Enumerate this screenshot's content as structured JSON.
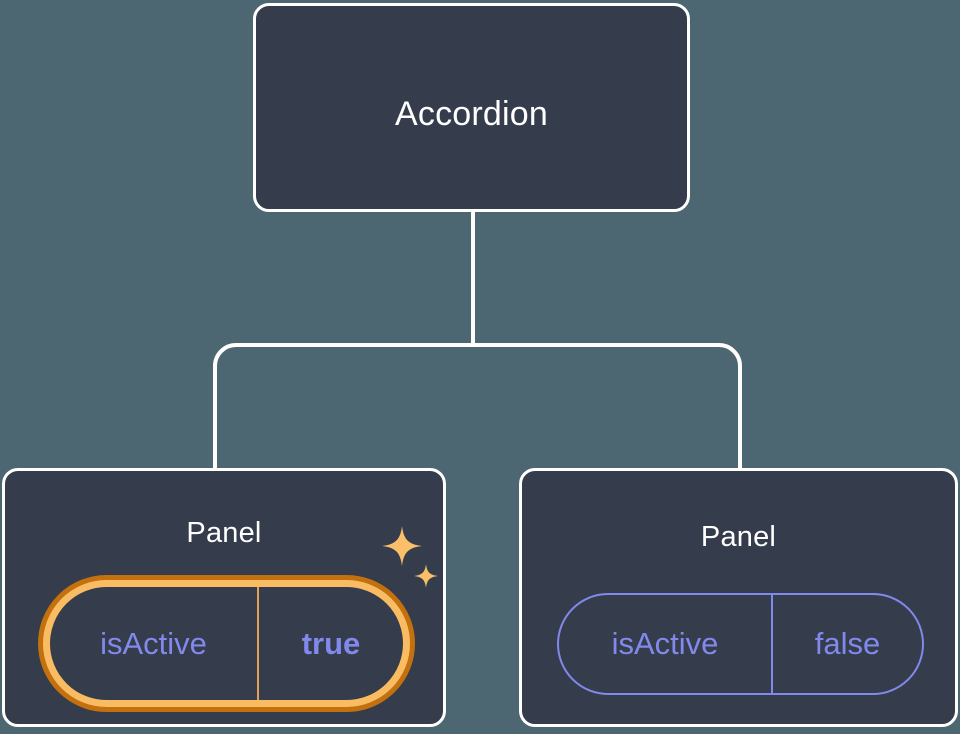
{
  "theme": {
    "background": "#4c6672",
    "card_fill": "#353c4b",
    "card_border": "#ffffff",
    "connector": "#ffffff",
    "accent_purple": "#8189ec",
    "highlight_outer_orange": "#c3700f",
    "highlight_inner_orange": "#f9bc63",
    "sparkle": "#fbbf6a"
  },
  "diagram": {
    "type": "component-tree",
    "root": {
      "title": "Accordion"
    },
    "children": [
      {
        "title": "Panel",
        "highlighted": true,
        "prop": {
          "key": "isActive",
          "value": "true"
        },
        "decoration": "sparkles"
      },
      {
        "title": "Panel",
        "highlighted": false,
        "prop": {
          "key": "isActive",
          "value": "false"
        }
      }
    ]
  }
}
